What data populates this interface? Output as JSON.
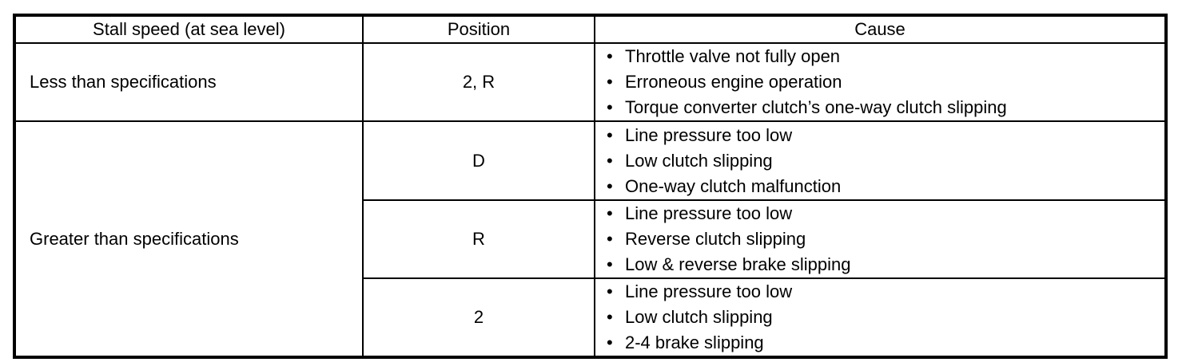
{
  "table": {
    "bullet": "•",
    "colors": {
      "border": "#000000",
      "text": "#000000",
      "background": "#ffffff"
    },
    "headers": [
      "Stall speed (at sea level)",
      "Position",
      "Cause"
    ],
    "rows": [
      {
        "stall_speed": "Less than specifications",
        "positions": [
          {
            "position": "2, R",
            "causes": [
              "Throttle valve not fully open",
              "Erroneous engine operation",
              "Torque converter clutch’s one-way clutch slipping"
            ]
          }
        ]
      },
      {
        "stall_speed": "Greater than specifications",
        "positions": [
          {
            "position": "D",
            "causes": [
              "Line pressure too low",
              "Low clutch slipping",
              "One-way clutch malfunction"
            ]
          },
          {
            "position": "R",
            "causes": [
              "Line pressure too low",
              "Reverse clutch slipping",
              "Low & reverse brake slipping"
            ]
          },
          {
            "position": "2",
            "causes": [
              "Line pressure too low",
              "Low clutch slipping",
              "2-4 brake slipping"
            ]
          }
        ]
      }
    ]
  }
}
